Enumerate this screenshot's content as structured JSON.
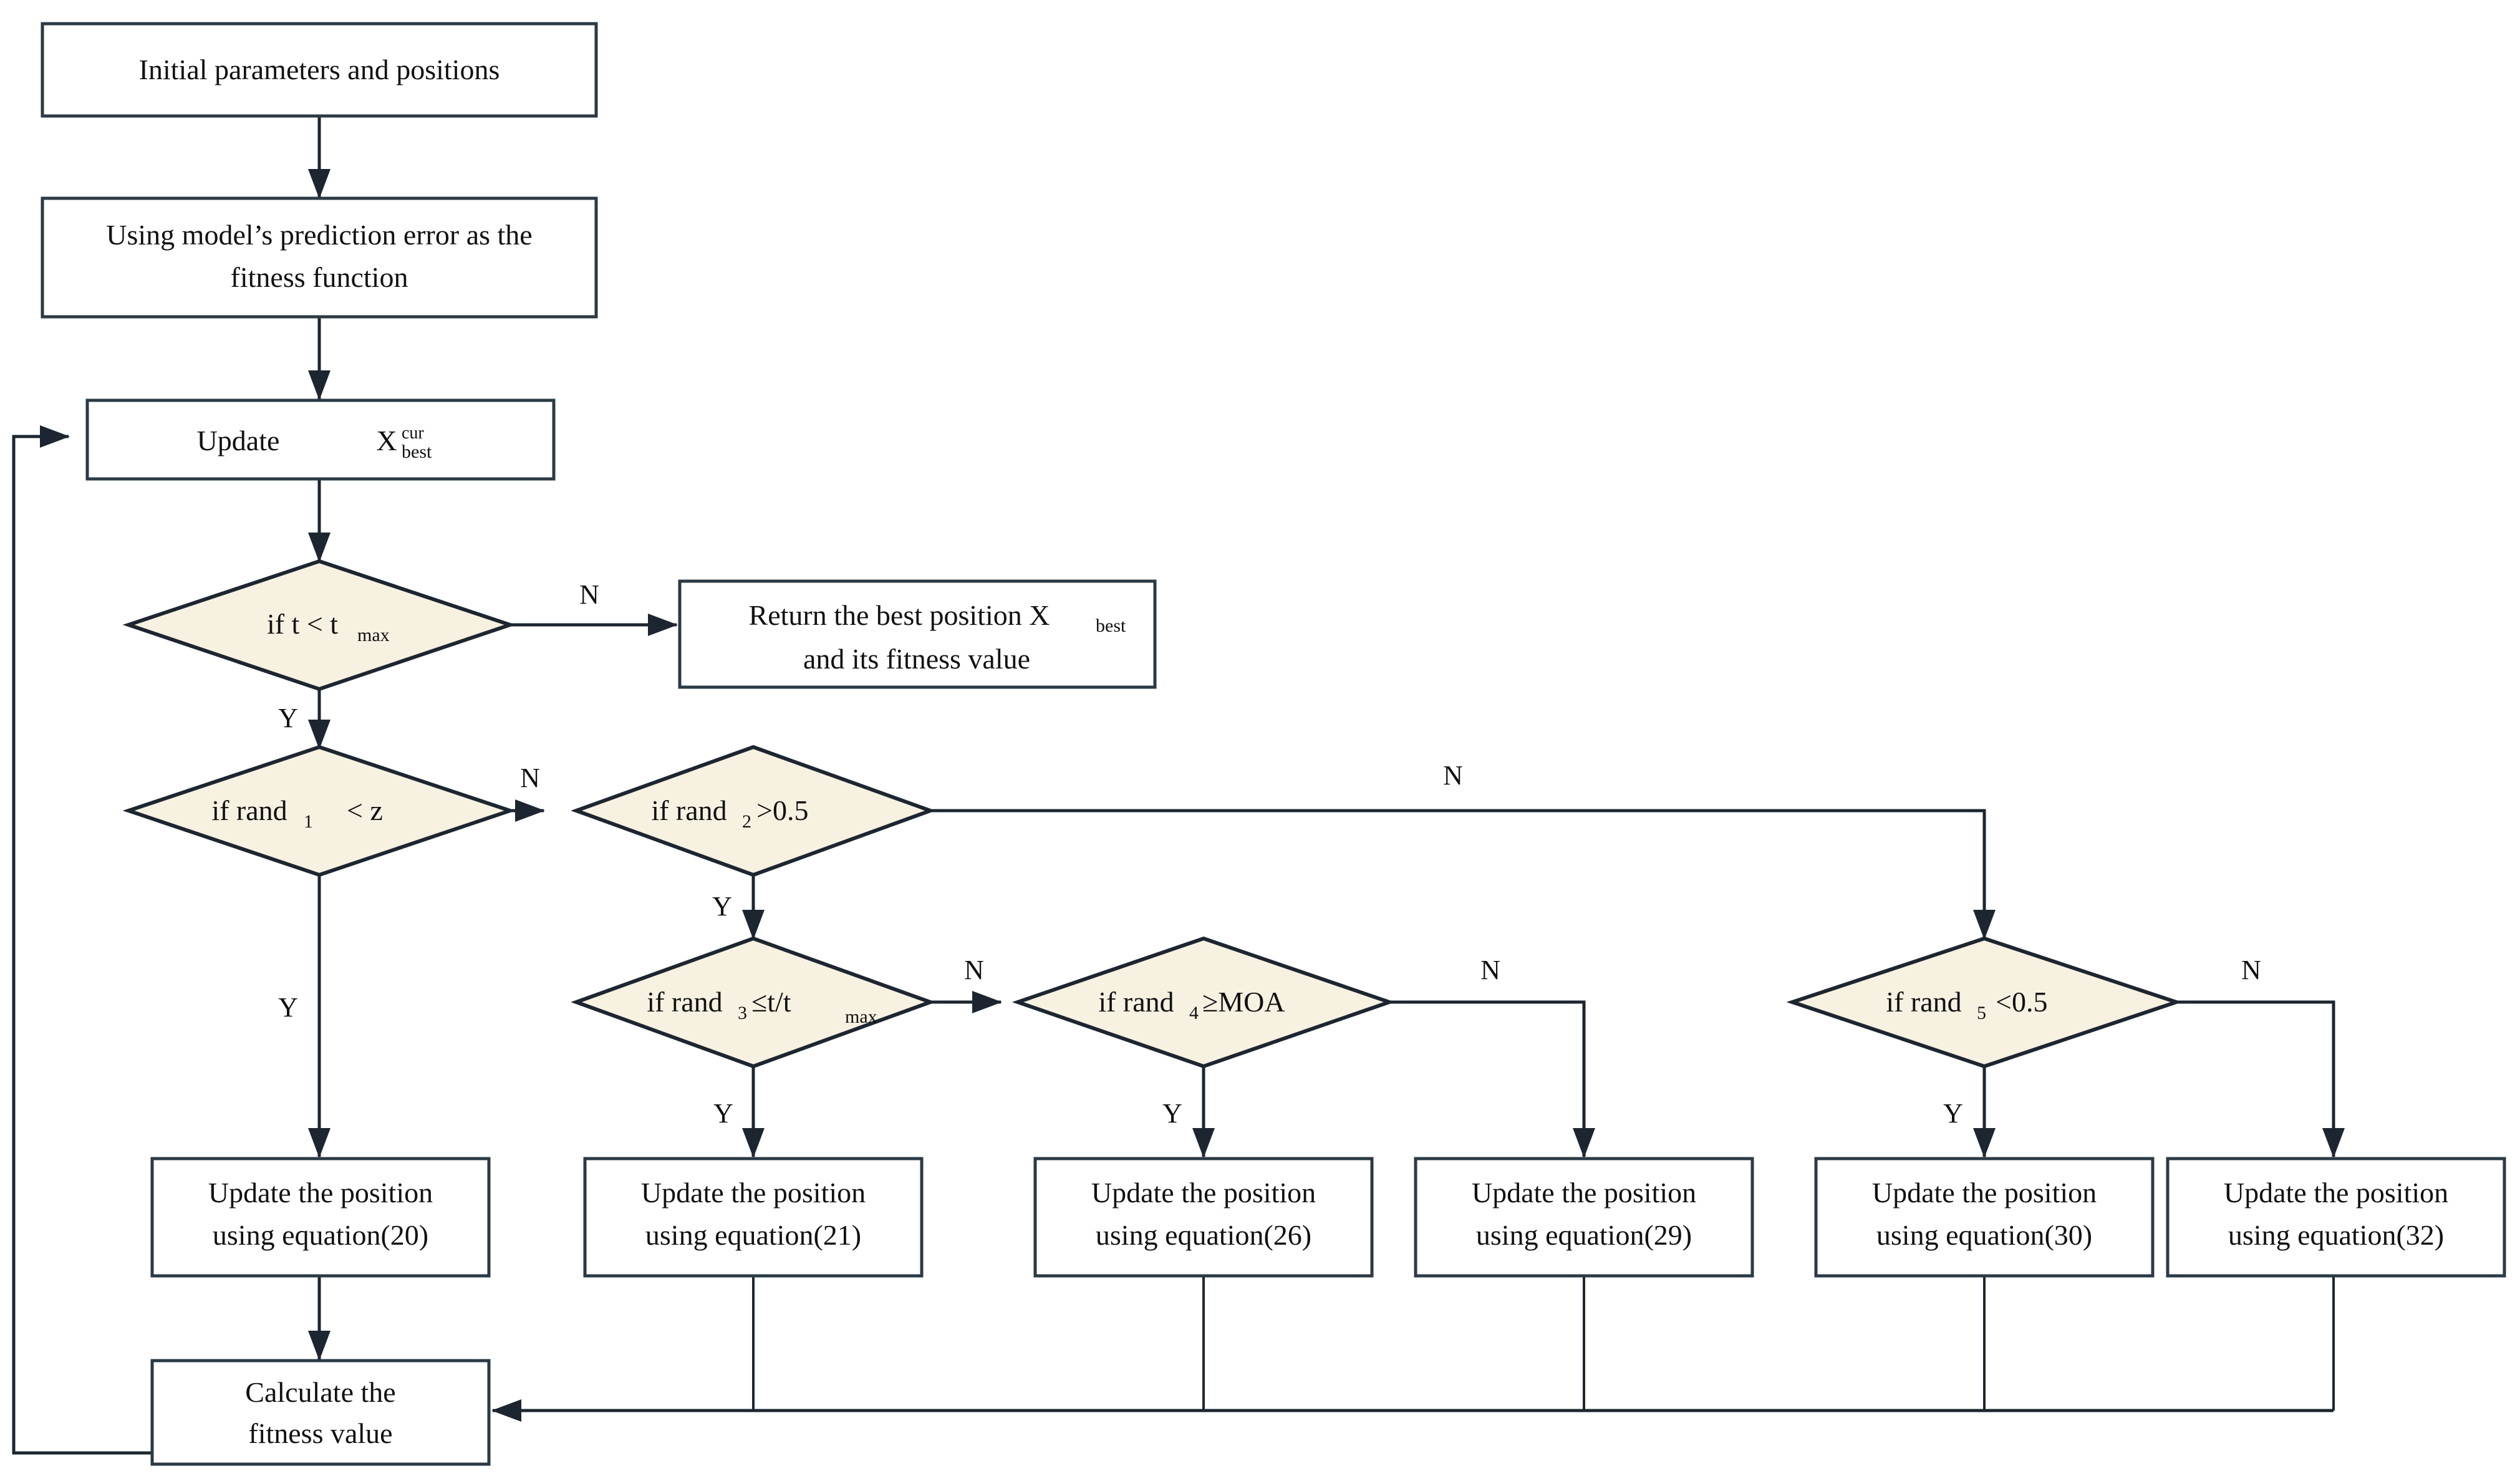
{
  "diagram": {
    "title": "Optimization algorithm flowchart",
    "colors": {
      "decision_fill": "#f7f1e1",
      "process_fill": "#ffffff",
      "stroke": "#1d2630",
      "background": "#ffffff"
    },
    "nodes": {
      "initial": {
        "type": "process",
        "label": "Initial parameters and positions"
      },
      "fitness_fn": {
        "type": "process",
        "line1": "Using model’s prediction error as the",
        "line2": "fitness function"
      },
      "update_best": {
        "type": "process",
        "label": "Update",
        "var": "X",
        "sup": "cur",
        "sub": "best"
      },
      "dec_t": {
        "type": "decision",
        "label": "if t < t",
        "sub": "max"
      },
      "return_best": {
        "type": "process",
        "line1a": "Return the best position X",
        "line1sub": "best",
        "line2": "and its fitness value"
      },
      "dec_rand1": {
        "type": "decision",
        "pre": "if rand",
        "sub": "1",
        "post": "< z"
      },
      "dec_rand2": {
        "type": "decision",
        "pre": "if rand",
        "sub": "2",
        "post": ">0.5"
      },
      "dec_rand3": {
        "type": "decision",
        "pre": "if rand",
        "sub": "3",
        "post": "≤t/t",
        "post_sub": "max"
      },
      "dec_rand4": {
        "type": "decision",
        "pre": "if rand",
        "sub": "4",
        "post": "≥MOA"
      },
      "dec_rand5": {
        "type": "decision",
        "pre": "if rand",
        "sub": "5",
        "post": "<0.5"
      },
      "eq20": {
        "type": "process",
        "line1": "Update the position",
        "line2": "using equation(20)"
      },
      "eq21": {
        "type": "process",
        "line1": "Update the position",
        "line2": "using equation(21)"
      },
      "eq26": {
        "type": "process",
        "line1": "Update the position",
        "line2": "using equation(26)"
      },
      "eq29": {
        "type": "process",
        "line1": "Update the position",
        "line2": "using equation(29)"
      },
      "eq30": {
        "type": "process",
        "line1": "Update the position",
        "line2": "using equation(30)"
      },
      "eq32": {
        "type": "process",
        "line1": "Update the position",
        "line2": "using equation(32)"
      },
      "calc_fitness": {
        "type": "process",
        "line1": "Calculate the",
        "line2": "fitness value"
      }
    },
    "edge_labels": {
      "t_no": "N",
      "t_yes": "Y",
      "rand1_no": "N",
      "rand1_yes": "Y",
      "rand2_no": "N",
      "rand2_yes": "Y",
      "rand3_no": "N",
      "rand3_yes": "Y",
      "rand4_no": "N",
      "rand4_yes": "Y",
      "rand5_no": "N",
      "rand5_yes": "Y"
    }
  }
}
